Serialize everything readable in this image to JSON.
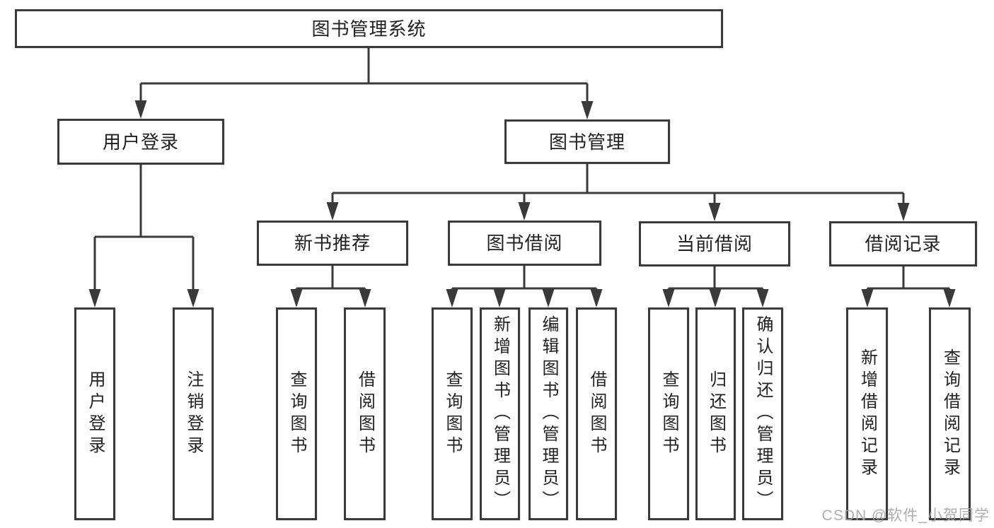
{
  "tree": {
    "root": {
      "label": "图书管理系统"
    },
    "children": [
      {
        "label": "用户登录",
        "children": [
          {
            "label": "用户登录"
          },
          {
            "label": "注销登录"
          }
        ]
      },
      {
        "label": "图书管理",
        "children": [
          {
            "label": "新书推荐",
            "children": [
              {
                "label": "查询图书"
              },
              {
                "label": "借阅图书"
              }
            ]
          },
          {
            "label": "图书借阅",
            "children": [
              {
                "label": "查询图书"
              },
              {
                "label": "新增图书（管理员）"
              },
              {
                "label": "编辑图书（管理员）"
              },
              {
                "label": "借阅图书"
              }
            ]
          },
          {
            "label": "当前借阅",
            "children": [
              {
                "label": "查询图书"
              },
              {
                "label": "归还图书"
              },
              {
                "label": "确认归还（管理员）"
              }
            ]
          },
          {
            "label": "借阅记录",
            "children": [
              {
                "label": "新增借阅记录"
              },
              {
                "label": "查询借阅记录"
              }
            ]
          }
        ]
      }
    ]
  },
  "colors": {
    "line": "#3a3a3a",
    "text": "#212121",
    "watermark": "#a5a5a5"
  },
  "watermark": {
    "text": "CSDN @软件_小贺同学"
  }
}
